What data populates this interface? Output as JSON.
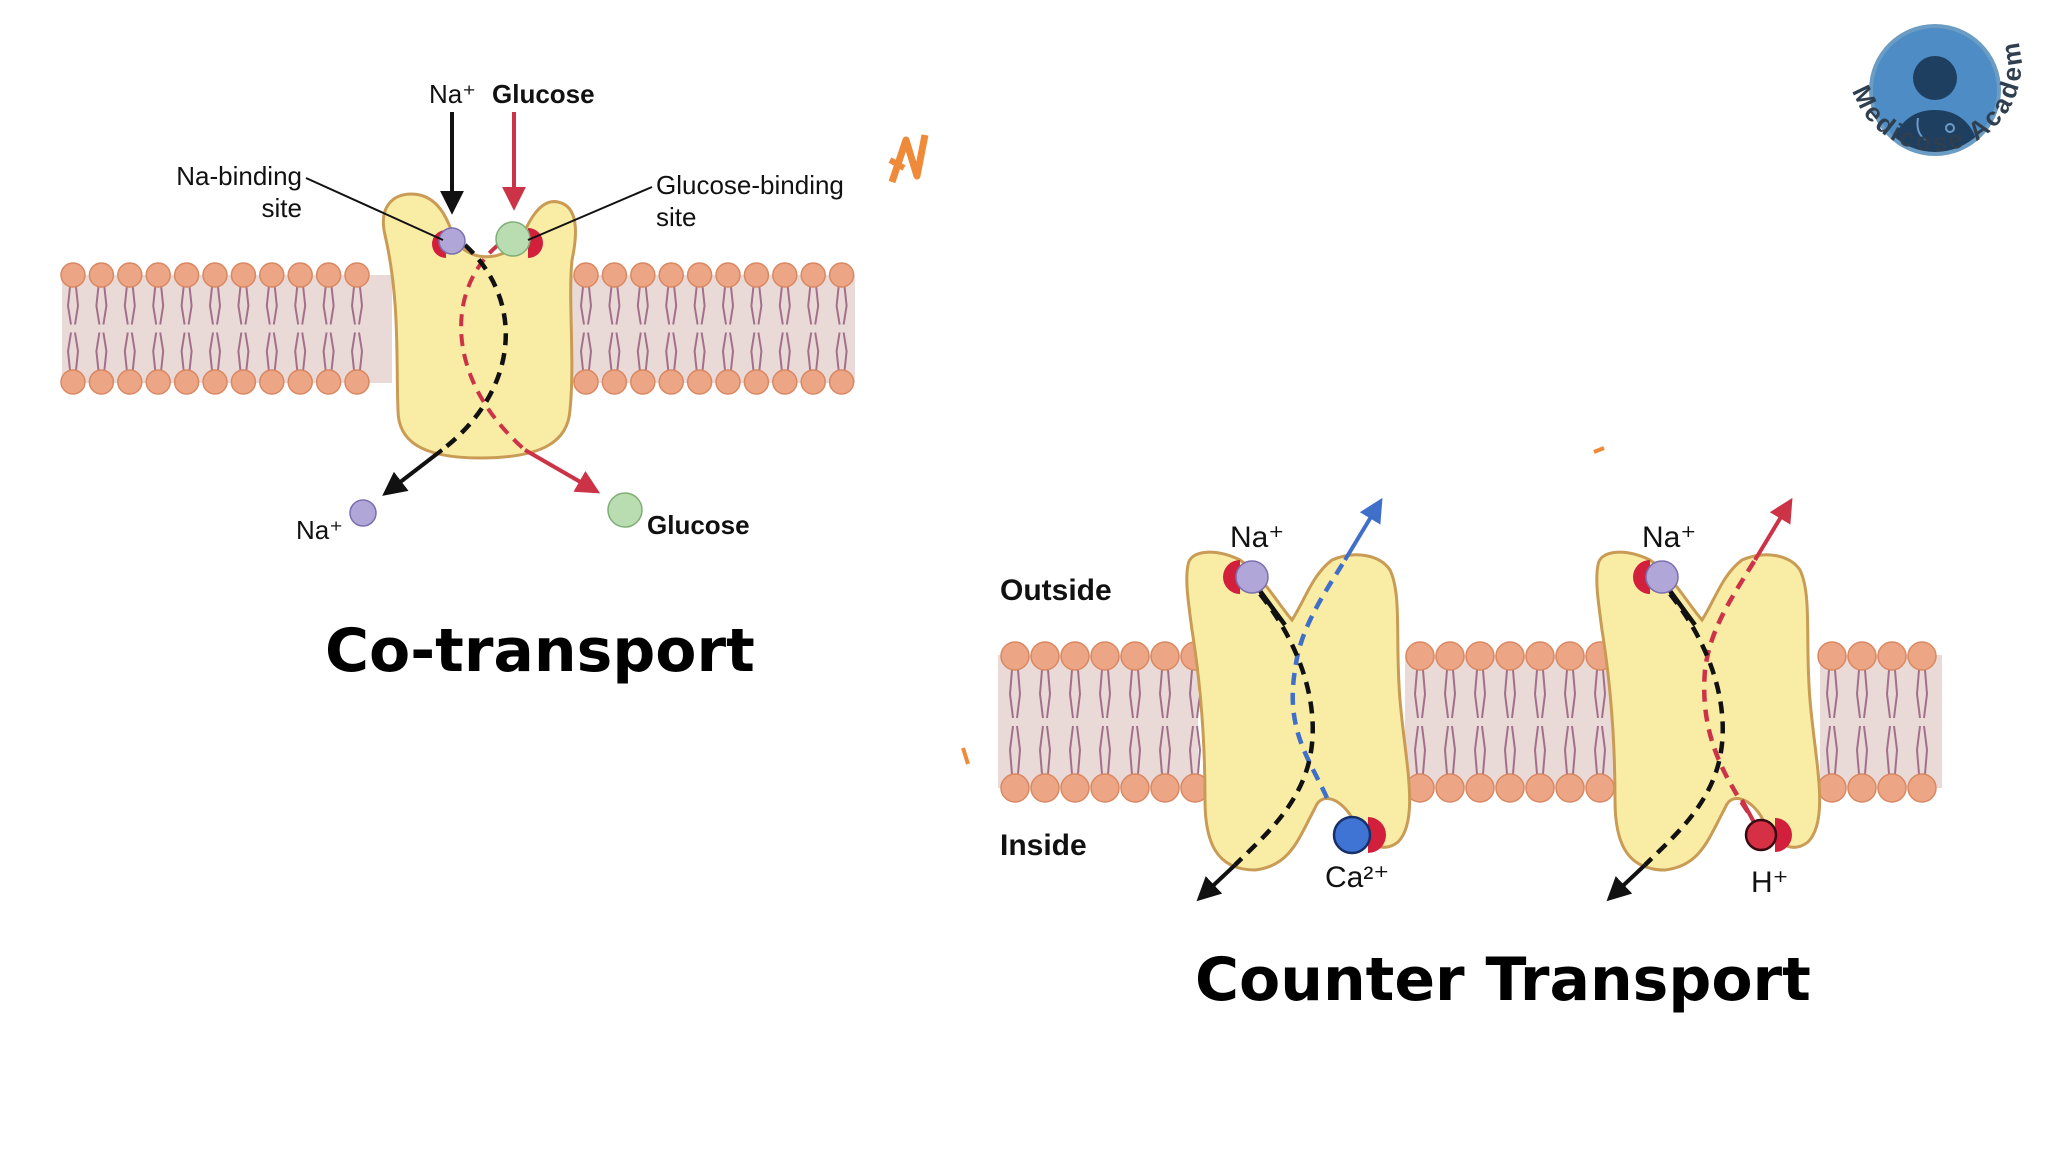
{
  "cotransport": {
    "top_na_label": "Na⁺",
    "top_glucose_label": "Glucose",
    "na_binding_label_line1": "Na-binding",
    "na_binding_label_line2": "site",
    "glucose_binding_label_line1": "Glucose-binding",
    "glucose_binding_label_line2": "site",
    "bottom_na_label": "Na⁺",
    "bottom_glucose_label": "Glucose",
    "caption": "Co-transport"
  },
  "counter_transport": {
    "outside_label": "Outside",
    "inside_label": "Inside",
    "left_na_label": "Na⁺",
    "ca_label": "Ca²⁺",
    "right_na_label": "Na⁺",
    "h_label": "H⁺",
    "caption": "Counter Transport"
  },
  "logo": {
    "text": "Medicose Academics"
  },
  "colors": {
    "membrane_band": "#eadad7",
    "lipid_head": "#eda685",
    "lipid_tail": "#a2708a",
    "protein_fill": "#f9eda6",
    "protein_stroke": "#c99b55",
    "na_ion": "#b1a6d8",
    "glucose": "#b9dcb0",
    "binding_site": "#d21f3c",
    "glucose_path": "#cc3347",
    "ca_ion": "#3f74d4",
    "ca_path": "#4c73c7",
    "h_ion": "#d63045",
    "logo_blue": "#3f87c0"
  }
}
